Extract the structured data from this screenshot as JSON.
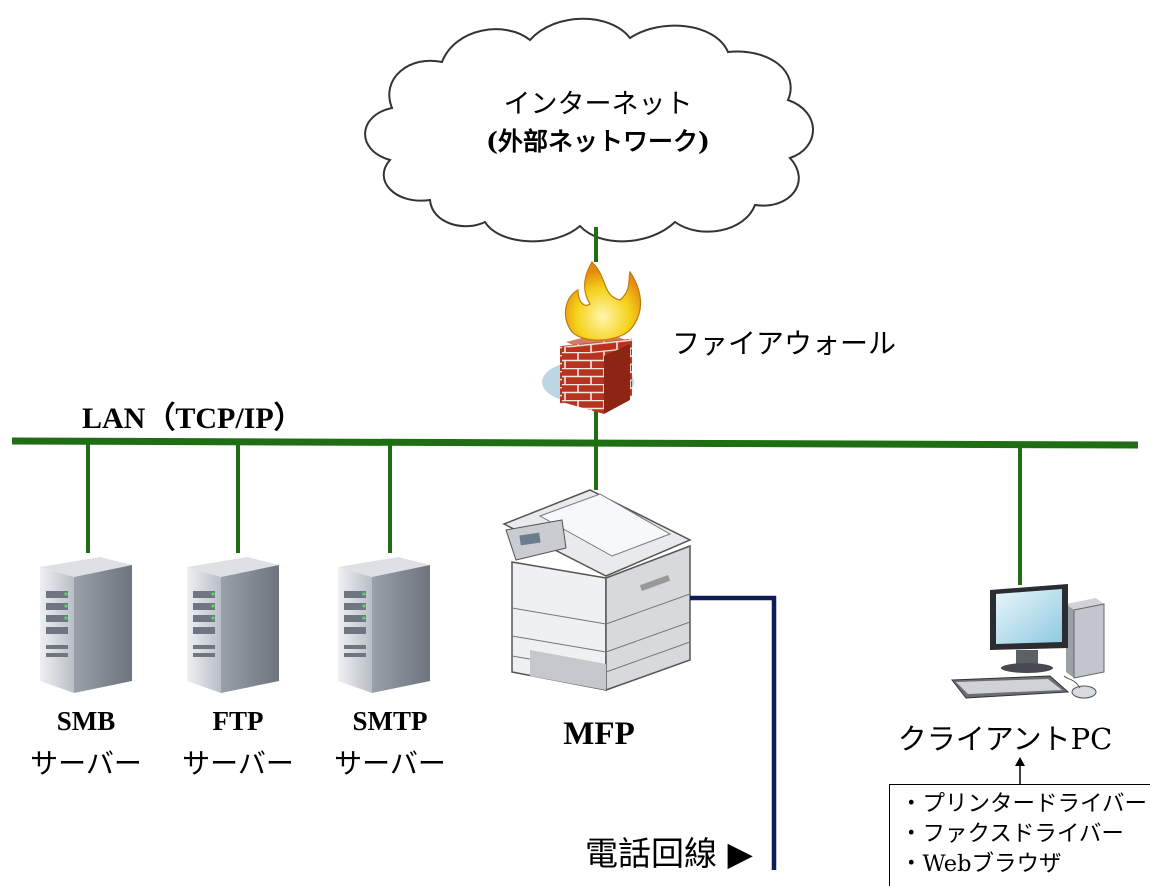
{
  "cloud": {
    "title": "インターネット",
    "subtitle": "(外部ネットワーク)"
  },
  "firewall": {
    "label": "ファイアウォール"
  },
  "lan": {
    "label": "LAN（TCP/IP）"
  },
  "servers": [
    {
      "name": "SMB",
      "role": "サーバー"
    },
    {
      "name": "FTP",
      "role": "サーバー"
    },
    {
      "name": "SMTP",
      "role": "サーバー"
    }
  ],
  "mfp": {
    "label": "MFP"
  },
  "client": {
    "label": "クライアントPC",
    "features": [
      "・プリンタードライバー",
      "・ファクスドライバー",
      "・Webブラウザ"
    ]
  },
  "phone_line": {
    "label": "電話回線 ▶"
  },
  "colors": {
    "lan": "#1f6e14",
    "phone_line": "#0c1e52",
    "brick": "#b8331f",
    "flame": "#f5d21a"
  }
}
